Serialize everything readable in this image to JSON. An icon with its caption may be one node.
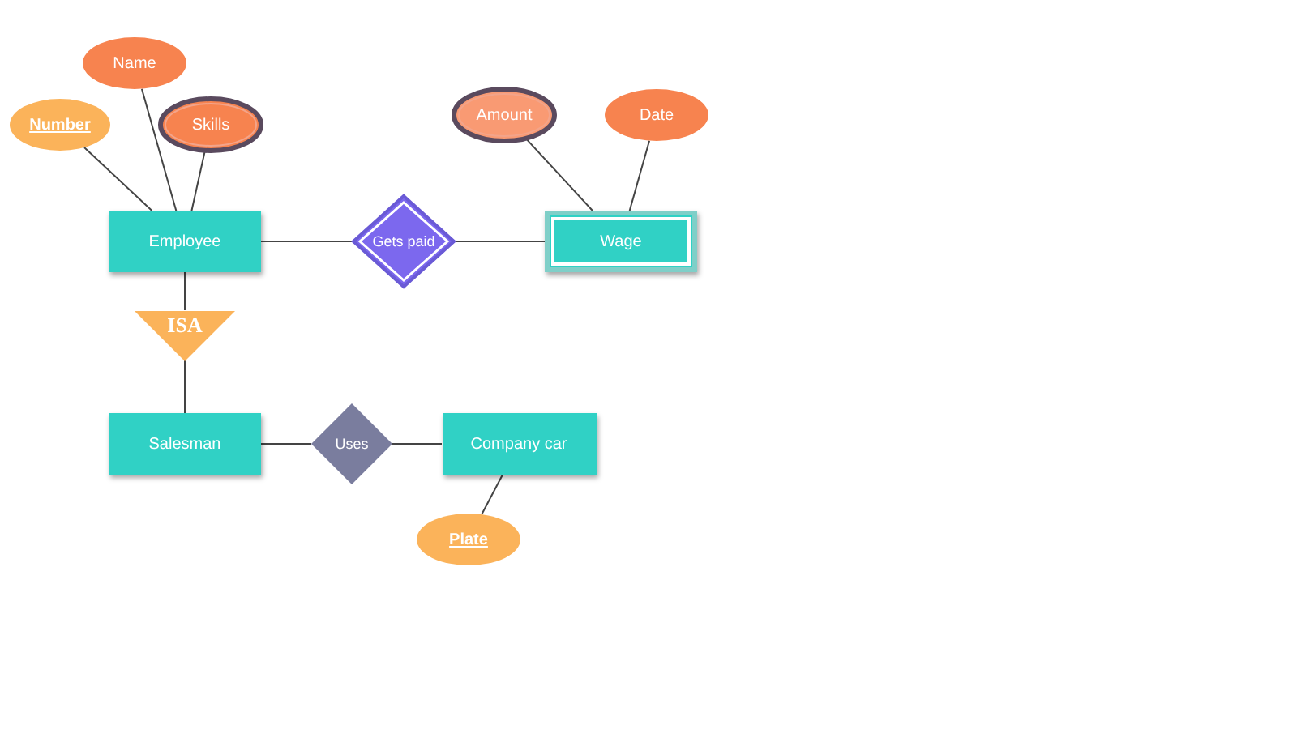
{
  "diagram": {
    "nodes": [
      {
        "text": [
          "Name"
        ]
      },
      {
        "text": [
          "Number"
        ]
      },
      {
        "text": [
          "Skills"
        ]
      },
      {
        "text": [
          "Amount"
        ]
      },
      {
        "text": [
          "Date"
        ]
      },
      {
        "text": [
          "Employee"
        ]
      },
      {
        "text": [
          "Gets paid"
        ]
      },
      {
        "text": [
          "Wage"
        ]
      },
      {
        "text": [
          "ISA"
        ]
      },
      {
        "text": [
          "Salesman"
        ]
      },
      {
        "text": [
          "Uses"
        ]
      },
      {
        "text": [
          "Company car"
        ]
      },
      {
        "text": [
          "Plate"
        ]
      }
    ],
    "edges": [
      {
        "from": 1,
        "to": 5,
        "arrow": "none"
      },
      {
        "from": 0,
        "to": 5,
        "arrow": "none"
      },
      {
        "from": 2,
        "to": 5,
        "arrow": "none"
      },
      {
        "from": 5,
        "to": 6,
        "arrow": "none"
      },
      {
        "from": 6,
        "to": 7,
        "arrow": "none"
      },
      {
        "from": 3,
        "to": 7,
        "arrow": "none"
      },
      {
        "from": 4,
        "to": 7,
        "arrow": "none"
      },
      {
        "from": 5,
        "to": 8,
        "arrow": "none"
      },
      {
        "from": 8,
        "to": 9,
        "arrow": "none"
      },
      {
        "from": 9,
        "to": 10,
        "arrow": "none"
      },
      {
        "from": 10,
        "to": 11,
        "arrow": "none"
      },
      {
        "from": 11,
        "to": 12,
        "arrow": "none"
      }
    ]
  }
}
